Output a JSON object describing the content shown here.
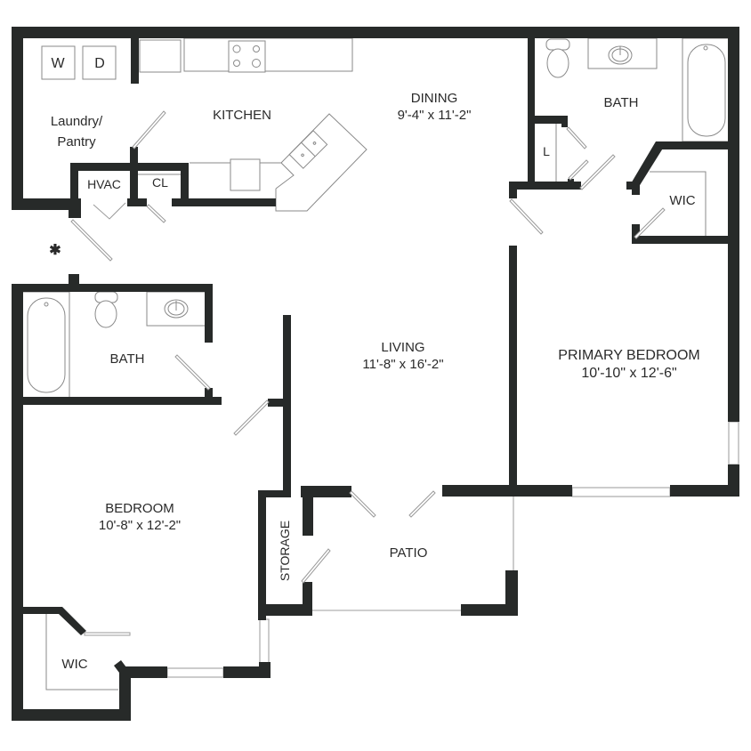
{
  "floorplan": {
    "colors": {
      "wall": "#272a29",
      "fixture_line": "#8a8a8a",
      "background": "#ffffff"
    },
    "rooms": {
      "laundry": {
        "name_line1": "Laundry/",
        "name_line2": "Pantry"
      },
      "washer": {
        "label": "W"
      },
      "dryer": {
        "label": "D"
      },
      "kitchen": {
        "name": "KITCHEN"
      },
      "dining": {
        "name": "DINING",
        "dimensions": "9'-4\" x 11'-2\""
      },
      "hvac": {
        "name": "HVAC"
      },
      "closet": {
        "name": "CL"
      },
      "bath_primary": {
        "name": "BATH"
      },
      "linen": {
        "name": "L"
      },
      "wic_primary": {
        "name": "WIC"
      },
      "living": {
        "name": "LIVING",
        "dimensions": "11'-8\" x 16'-2\""
      },
      "primary_bedroom": {
        "name": "PRIMARY BEDROOM",
        "dimensions": "10'-10\" x 12'-6\""
      },
      "bath_secondary": {
        "name": "BATH"
      },
      "bedroom": {
        "name": "BEDROOM",
        "dimensions": "10'-8\" x 12'-2\""
      },
      "wic_secondary": {
        "name": "WIC"
      },
      "storage": {
        "name": "STORAGE"
      },
      "patio": {
        "name": "PATIO"
      }
    },
    "entry_marker": {
      "icon": "asterisk-icon",
      "glyph": "✱"
    }
  }
}
